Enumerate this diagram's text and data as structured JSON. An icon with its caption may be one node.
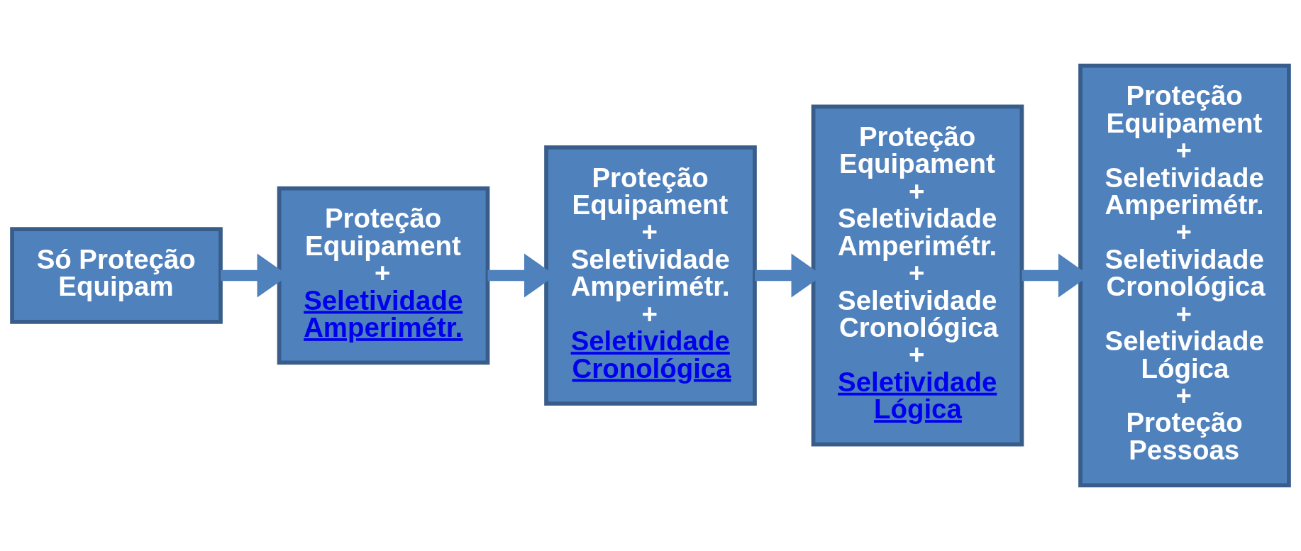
{
  "diagram": {
    "nodes": [
      {
        "text": [
          "Só Proteção Equipam"
        ]
      },
      {
        "text": [
          "Proteção Equipament",
          "+",
          "Seletividade Amperimétr."
        ]
      },
      {
        "text": [
          "Proteção Equipament",
          "+",
          "Seletividade Amperimétr.",
          "+",
          "Seletividade Cronológica"
        ]
      },
      {
        "text": [
          "Proteção Equipament",
          "+",
          "Seletividade Amperimétr.",
          "+",
          "Seletividade Cronológica",
          "+",
          "Seletividade Lógica"
        ]
      },
      {
        "text": [
          "Proteção Equipament",
          "+",
          "Seletividade Amperimétr.",
          "+",
          "Seletividade Cronológica",
          "+",
          "Seletividade Lógica",
          "+",
          "Proteção Pessoas"
        ]
      }
    ],
    "edges": [
      {
        "from": 0,
        "to": 1,
        "arrow": "to"
      },
      {
        "from": 1,
        "to": 2,
        "arrow": "to"
      },
      {
        "from": 2,
        "to": 3,
        "arrow": "to"
      },
      {
        "from": 3,
        "to": 4,
        "arrow": "to"
      }
    ]
  }
}
